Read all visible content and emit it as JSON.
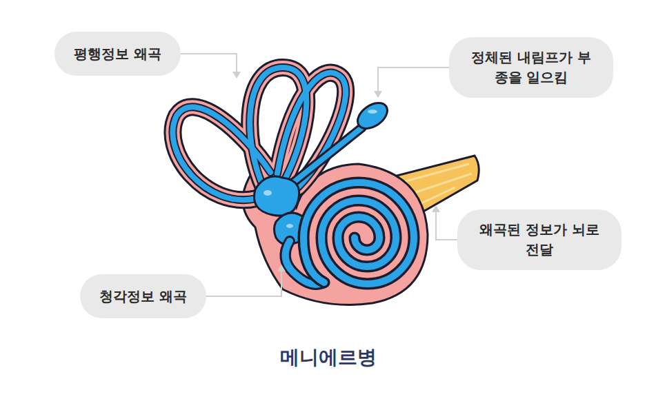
{
  "diagram": {
    "title": "메니에르병",
    "nodes": [
      {
        "text": [
          "평행정보 왜곡"
        ]
      },
      {
        "text": [
          "정체된 내림프가 부종을 일으킴"
        ]
      },
      {
        "text": [
          "왜곡된 정보가 뇌로 전달"
        ]
      },
      {
        "text": [
          "청각정보 왜곡"
        ]
      }
    ]
  }
}
